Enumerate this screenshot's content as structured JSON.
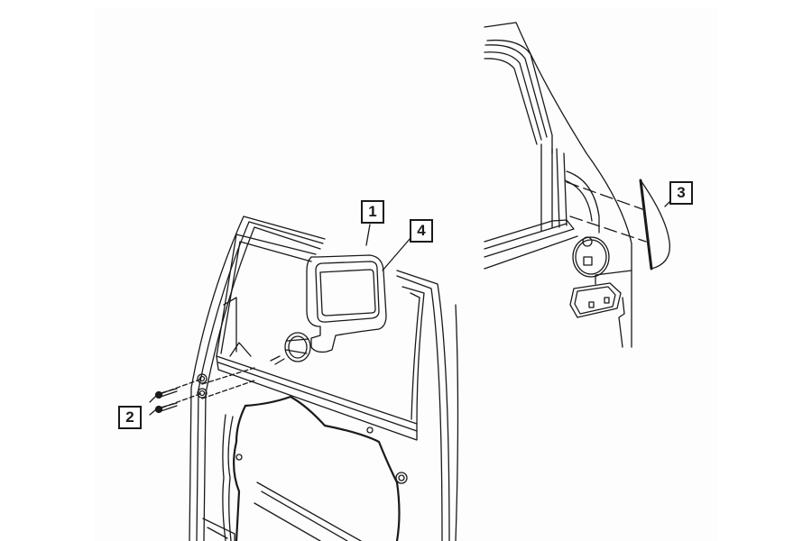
{
  "diagram": {
    "type": "exploded-parts-diagram",
    "subject": "door and side mirror assembly",
    "callouts": [
      {
        "id": "1",
        "label": "1",
        "points_to": "mirror housing"
      },
      {
        "id": "2",
        "label": "2",
        "points_to": "mounting screws (2)"
      },
      {
        "id": "3",
        "label": "3",
        "points_to": "sail panel / mirror gasket"
      },
      {
        "id": "4",
        "label": "4",
        "points_to": "mirror glass"
      }
    ],
    "colors": {
      "line": "#1a1a1a",
      "background": "#ffffff",
      "panel": "#fdfdfd"
    }
  }
}
